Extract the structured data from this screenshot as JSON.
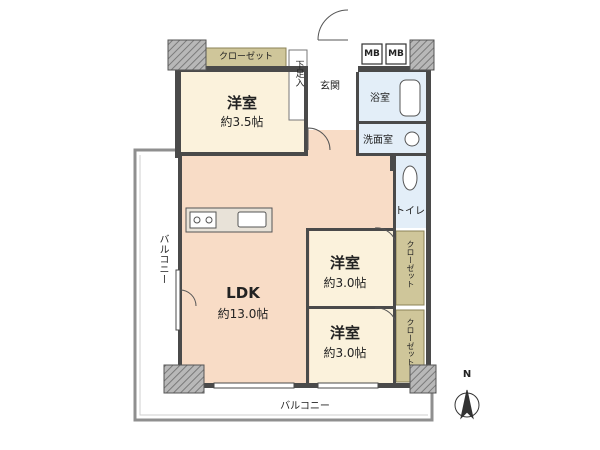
{
  "colors": {
    "wall": "#4a4a4a",
    "wall_hatch": "#9a9a9a",
    "ldk_floor": "#f8dcc6",
    "room_floor": "#fbf2dc",
    "closet_floor": "#cfc69a",
    "wet_floor": "#e3eef8",
    "balcony_line": "#999999"
  },
  "rooms": {
    "western_1": {
      "name": "洋室",
      "size": "約3.5帖"
    },
    "western_2": {
      "name": "洋室",
      "size": "約3.0帖"
    },
    "western_3": {
      "name": "洋室",
      "size": "約3.0帖"
    },
    "ldk": {
      "name": "LDK",
      "size": "約13.0帖"
    },
    "entrance": "玄関",
    "shoe_box": "下足入",
    "bath": "浴室",
    "washroom": "洗面室",
    "toilet": "トイレ",
    "closet_top": "クローゼット",
    "closet_mid": "クローゼット",
    "closet_bottom": "クローゼット",
    "mb_left": "MB",
    "mb_right": "MB"
  },
  "balcony": {
    "left": "バルコニー",
    "bottom": "バルコニー"
  },
  "compass": {
    "label": "N",
    "icon": "north-arrow-icon"
  }
}
